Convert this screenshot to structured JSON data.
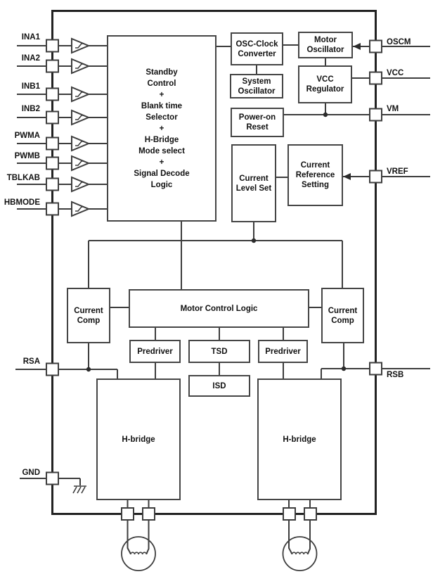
{
  "pins": {
    "left": [
      "INA1",
      "INA2",
      "INB1",
      "INB2",
      "PWMA",
      "PWMB",
      "TBLKAB",
      "HBMODE",
      "RSA",
      "GND"
    ],
    "right": [
      "OSCM",
      "VCC",
      "VM",
      "VREF",
      "RSB"
    ]
  },
  "blocks": {
    "standby": {
      "lines": [
        "Standby",
        "Control",
        "+",
        "Blank time",
        "Selector",
        "+",
        "H-Bridge",
        "Mode select",
        "+",
        "Signal Decode",
        "Logic"
      ]
    },
    "osc_clock_converter": {
      "label": "OSC-Clock Converter"
    },
    "motor_oscillator": {
      "label": "Motor Oscillator"
    },
    "system_oscillator": {
      "label": "System Oscillator"
    },
    "vcc_regulator": {
      "label": "VCC Regulator"
    },
    "power_on_reset": {
      "label": "Power-on Reset"
    },
    "current_level_set": {
      "label": "Current Level Set"
    },
    "current_reference_setting": {
      "label": "Current Reference Setting"
    },
    "current_comp_left": {
      "label": "Current Comp"
    },
    "motor_control_logic": {
      "label": "Motor Control Logic"
    },
    "current_comp_right": {
      "label": "Current Comp"
    },
    "predriver_left": {
      "label": "Predriver"
    },
    "tsd": {
      "label": "TSD"
    },
    "predriver_right": {
      "label": "Predriver"
    },
    "isd": {
      "label": "ISD"
    },
    "hbridge_left": {
      "label": "H-bridge"
    },
    "hbridge_right": {
      "label": "H-bridge"
    }
  },
  "colors": {
    "background": "#ffffff",
    "chip_outline": "#222222",
    "wire": "#3d3d3d",
    "block_border": "#454545",
    "text": "#111111"
  }
}
